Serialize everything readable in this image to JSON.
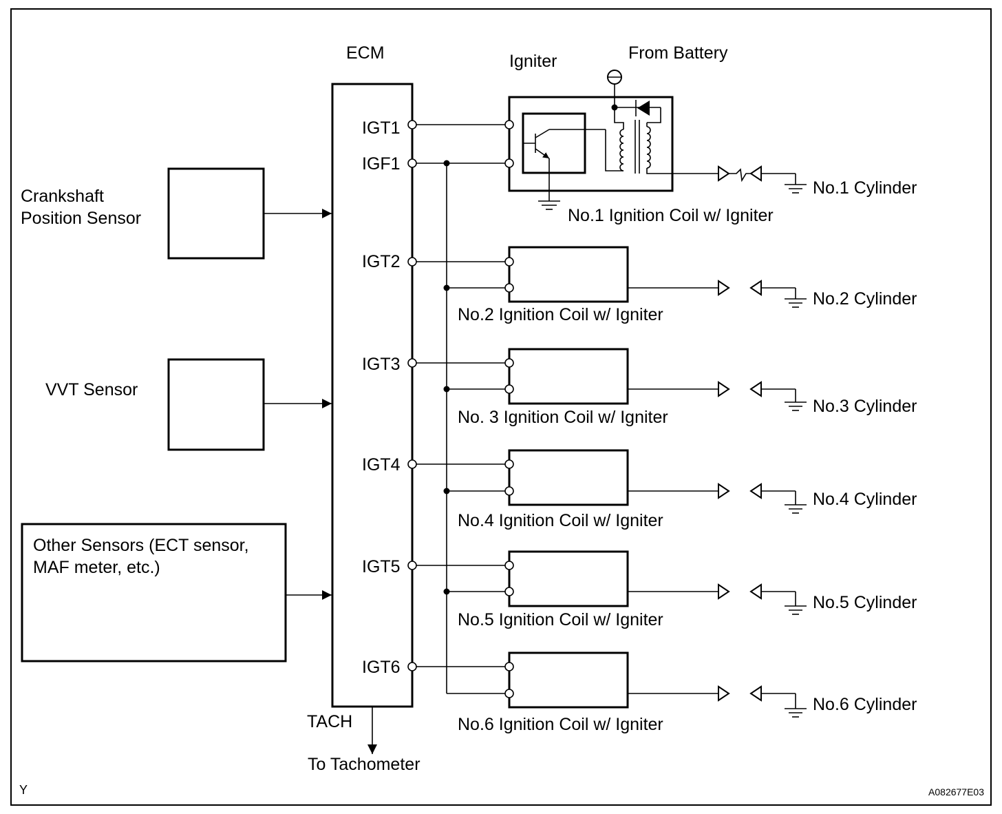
{
  "labels": {
    "ecm": "ECM",
    "igniter": "Igniter",
    "from_battery": "From Battery",
    "crankshaft_line1": "Crankshaft",
    "crankshaft_line2": "Position Sensor",
    "vvt": "VVT Sensor",
    "other_line1": "Other Sensors (ECT sensor,",
    "other_line2": "MAF meter, etc.)",
    "tach": "TACH",
    "to_tachometer": "To Tachometer",
    "corner_left": "Y",
    "figure_code": "A082677E03",
    "igf1": "IGF1"
  },
  "coils": [
    {
      "pin": "IGT1",
      "label": "No.1 Ignition Coil w/ Igniter",
      "cylinder": "No.1 Cylinder"
    },
    {
      "pin": "IGT2",
      "label": "No.2 Ignition Coil w/ Igniter",
      "cylinder": "No.2 Cylinder"
    },
    {
      "pin": "IGT3",
      "label": "No. 3 Ignition Coil w/ Igniter",
      "cylinder": "No.3 Cylinder"
    },
    {
      "pin": "IGT4",
      "label": "No.4 Ignition Coil w/ Igniter",
      "cylinder": "No.4 Cylinder"
    },
    {
      "pin": "IGT5",
      "label": "No.5 Ignition Coil w/ Igniter",
      "cylinder": "No.5 Cylinder"
    },
    {
      "pin": "IGT6",
      "label": "No.6 Ignition Coil w/ Igniter",
      "cylinder": "No.6 Cylinder"
    }
  ]
}
